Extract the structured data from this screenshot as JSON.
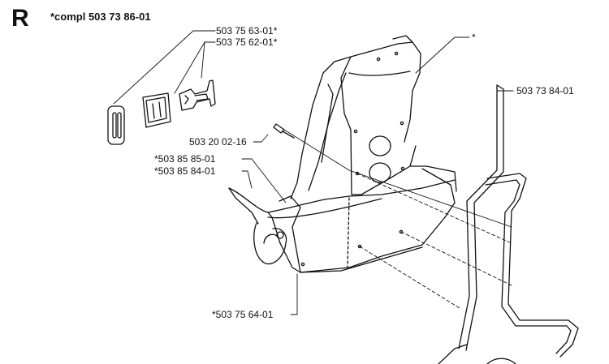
{
  "header": {
    "section_letter": "R",
    "assembly_label": "*compl 503 73 86-01"
  },
  "callouts": {
    "c1": "503 75 63-01*",
    "c2": "503 75 62-01*",
    "c3": "*",
    "c4": "503 73 84-01",
    "c5": "503 20 02-16",
    "c6": "*503 85 85-01",
    "c7": "*503 85 84-01",
    "c8": "*503 75 64-01"
  }
}
